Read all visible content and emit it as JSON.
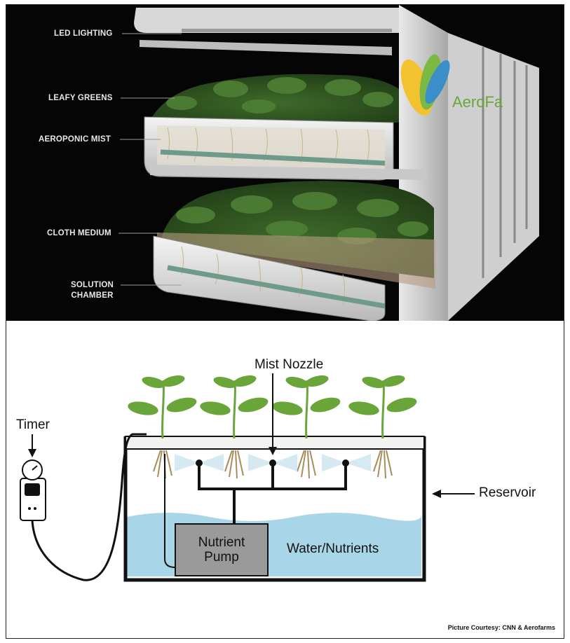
{
  "photo": {
    "brand_text": "AeroFa",
    "labels": {
      "led_lighting": "LED LIGHTING",
      "leafy_greens": "LEAFY GREENS",
      "aeroponic_mist": "AEROPONIC MIST",
      "cloth_medium": "CLOTH MEDIUM",
      "solution_chamber_line1": "SOLUTION",
      "solution_chamber_line2": "CHAMBER"
    }
  },
  "diagram": {
    "mist_nozzle": "Mist Nozzle",
    "timer": "Timer",
    "reservoir": "Reservoir",
    "pump_line1": "Nutrient",
    "pump_line2": "Pump",
    "water": "Water/Nutrients",
    "colors": {
      "water": "#a9d5e8",
      "leaf": "#6aa53a",
      "pump": "#9a9a9a"
    }
  },
  "credit": "Picture Courtesy: CNN & Aerofarms"
}
